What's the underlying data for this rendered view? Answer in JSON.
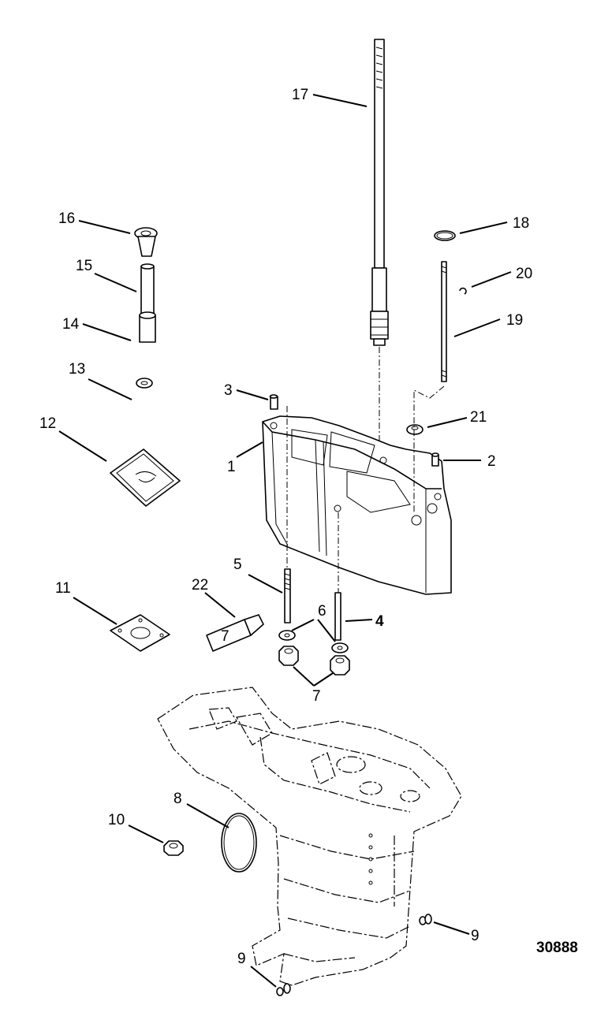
{
  "drawing_number": "30888",
  "callouts": [
    {
      "id": "c1",
      "text": "1"
    },
    {
      "id": "c2",
      "text": "2"
    },
    {
      "id": "c3",
      "text": "3"
    },
    {
      "id": "c4",
      "text": "4"
    },
    {
      "id": "c5",
      "text": "5"
    },
    {
      "id": "c6",
      "text": "6"
    },
    {
      "id": "c7",
      "text": "7"
    },
    {
      "id": "c8",
      "text": "8"
    },
    {
      "id": "c9a",
      "text": "9"
    },
    {
      "id": "c9b",
      "text": "9"
    },
    {
      "id": "c10",
      "text": "10"
    },
    {
      "id": "c11",
      "text": "11"
    },
    {
      "id": "c12",
      "text": "12"
    },
    {
      "id": "c13",
      "text": "13"
    },
    {
      "id": "c14",
      "text": "14"
    },
    {
      "id": "c15",
      "text": "15"
    },
    {
      "id": "c16",
      "text": "16"
    },
    {
      "id": "c17",
      "text": "17"
    },
    {
      "id": "c18",
      "text": "18"
    },
    {
      "id": "c19",
      "text": "19"
    },
    {
      "id": "c20",
      "text": "20"
    },
    {
      "id": "c21",
      "text": "21"
    },
    {
      "id": "c22",
      "text": "22"
    }
  ],
  "tube_label": "7"
}
